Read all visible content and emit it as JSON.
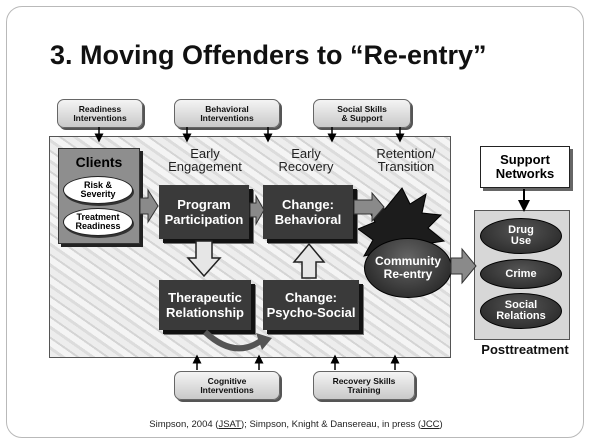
{
  "title": "3. Moving Offenders to “Re-entry”",
  "top_interventions": [
    {
      "line1": "Readiness",
      "line2": "Interventions"
    },
    {
      "line1": "Behavioral",
      "line2": "Interventions"
    },
    {
      "line1": "Social Skills",
      "line2": "& Support"
    }
  ],
  "bottom_interventions": [
    {
      "line1": "Cognitive",
      "line2": "Interventions"
    },
    {
      "line1": "Recovery Skills",
      "line2": "Training"
    }
  ],
  "stages": [
    {
      "line1": "Early",
      "line2": "Engagement"
    },
    {
      "line1": "Early",
      "line2": "Recovery"
    },
    {
      "line1": "Retention/",
      "line2": "Transition"
    }
  ],
  "clients": {
    "title": "Clients",
    "risk": {
      "line1": "Risk &",
      "line2": "Severity"
    },
    "readiness": {
      "line1": "Treatment",
      "line2": "Readiness"
    }
  },
  "boxes": {
    "program": {
      "line1": "Program",
      "line2": "Participation"
    },
    "behavioral": {
      "line1": "Change:",
      "line2": "Behavioral"
    },
    "therapeutic": {
      "line1": "Therapeutic",
      "line2": "Relationship"
    },
    "psychosocial": {
      "line1": "Change:",
      "line2": "Psycho-Social"
    }
  },
  "community": {
    "line1": "Community",
    "line2": "Re-entry"
  },
  "support": {
    "line1": "Support",
    "line2": "Networks"
  },
  "posttreatment": {
    "outcomes": [
      {
        "line1": "Drug",
        "line2": "Use"
      },
      {
        "line1": "Crime",
        "line2": ""
      },
      {
        "line1": "Social",
        "line2": "Relations"
      }
    ],
    "label": "Posttreatment"
  },
  "citation": {
    "part1": "Simpson, 2004 (",
    "link1": "JSAT",
    "part2": "); Simpson, Knight & Dansereau, in press (",
    "link2": "JCC",
    "part3": ")"
  }
}
